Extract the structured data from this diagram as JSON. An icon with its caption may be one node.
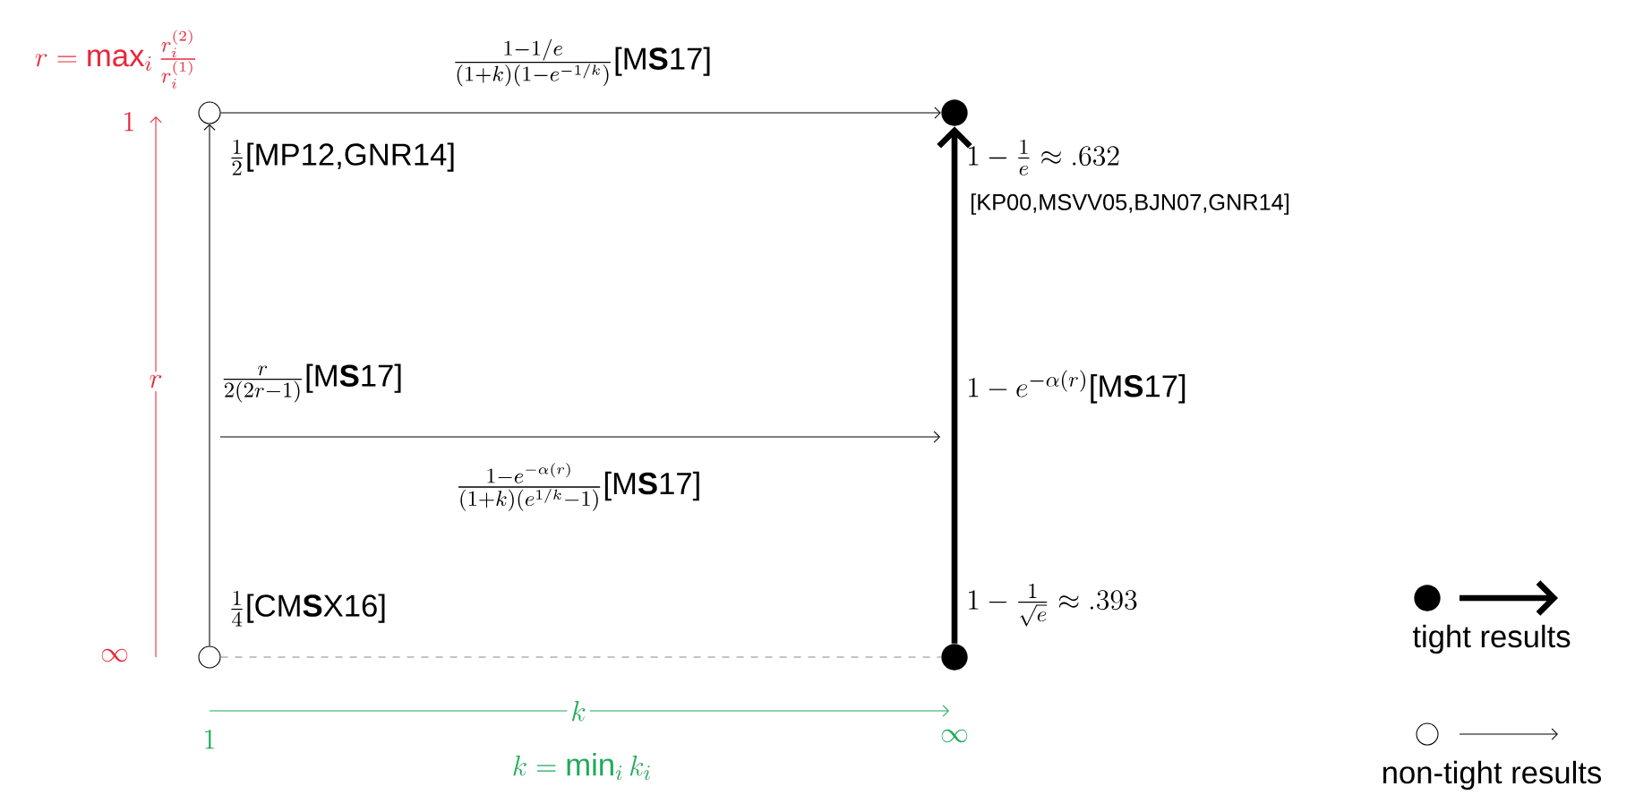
{
  "diagram": {
    "nodes": [
      {
        "text": [],
        "shape": "circle",
        "beside": [
          "\\frac{1}{2}\\text{[MP12,GNR14]}"
        ]
      },
      {
        "text": [],
        "shape": "dot",
        "beside": [
          "1-\\frac{1}{e}\\approx .632",
          "[KP00,MSVV05,BJN07,GNR14]"
        ]
      },
      {
        "text": [],
        "shape": "circle",
        "beside": [
          "\\frac{1}{4}\\text{[CM\\textbf{S}X16]}"
        ]
      },
      {
        "text": [],
        "shape": "dot",
        "beside": [
          "1-\\frac{1}{\\sqrt{e}}\\approx .393"
        ]
      }
    ],
    "edges": [
      {
        "from": 0,
        "to": 1,
        "arrow": "to",
        "label": "\\frac{1-1/e}{(1+k)(1-e^{-1/k})}\\text{[M\\textbf{S}17]}"
      },
      {
        "from": 2,
        "to": 0,
        "arrow": "to"
      },
      {
        "from": 3,
        "to": 1,
        "arrow": "to",
        "style": "thick",
        "label": "1-e^{-\\alpha(r)}\\text{[M\\textbf{S}17]}"
      },
      {
        "from": 2,
        "to": 3,
        "arrow": "none",
        "style": "dashed",
        "color": "#888888"
      }
    ],
    "labels": [
      "r = \\max_i \\frac{r_i^{(2)}}{r_i^{(1)}}",
      "1",
      "r",
      "\\infty",
      "\\frac{r}{2(2r-1)}\\text{[M\\textbf{S}17]}",
      "\\frac{1-e^{-\\alpha(r)}}{(1+k)(e^{1/k}-1)}\\text{[M\\textbf{S}17]}",
      "k",
      "1",
      "\\infty",
      "k = \\min_i k_i"
    ],
    "legend": [
      {
        "text": "tight results"
      },
      {
        "text": "non-tight results"
      }
    ]
  }
}
